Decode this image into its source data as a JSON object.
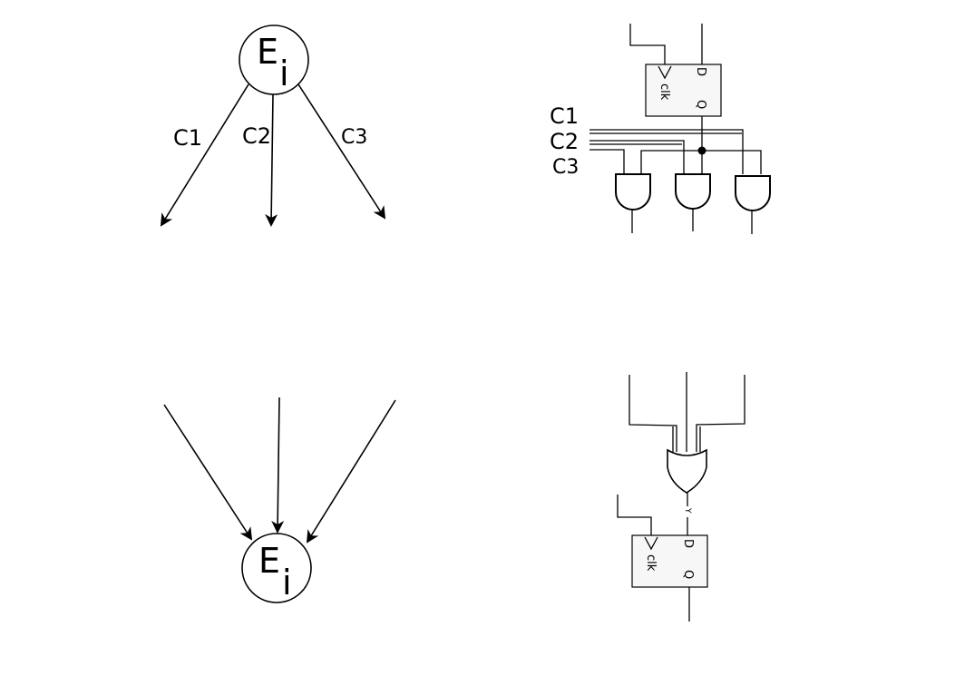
{
  "state_out": {
    "node_label": "E",
    "node_subscript": "i",
    "edges": [
      {
        "label": "C1"
      },
      {
        "label": "C2"
      },
      {
        "label": "C3"
      }
    ]
  },
  "state_in": {
    "node_label": "E",
    "node_subscript": "i"
  },
  "flipflop_top": {
    "pin_d": "D",
    "pin_q": "Q",
    "pin_clk": "clk"
  },
  "flipflop_bottom": {
    "pin_d": "D",
    "pin_q": "Q",
    "pin_clk": "clk"
  },
  "signals": {
    "c1": "C1",
    "c2": "C2",
    "c3": "C3"
  },
  "or_output_label": "Y"
}
